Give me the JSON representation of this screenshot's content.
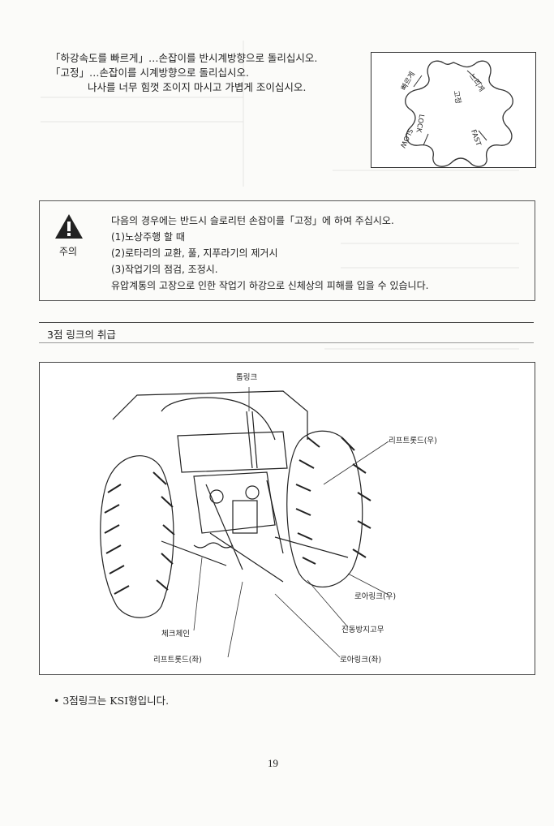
{
  "top_text": {
    "line1": "「하강속도를 빠르게」…손잡이를 반시계방향으로 돌리십시오.",
    "line2": "「고정」…손잡이를 시계방향으로 돌리십시오.",
    "line3": "나사를 너무 힘껏 조이지 마시고 가볍게 조이십시오."
  },
  "knob": {
    "label_fast": "빠르게",
    "label_slow": "느리게",
    "label_lock_ko": "고정",
    "label_fast_en": "FAST",
    "label_slow_en": "SLOW",
    "label_lock_en": "LOCK"
  },
  "caution": {
    "label": "주의",
    "intro": "다음의 경우에는 반드시 슬로리턴 손잡이를「고정」에 하여 주십시오.",
    "items": [
      "(1)노상주행 할 때",
      "(2)로타리의 교환, 풀, 지푸라기의 제거시",
      "(3)작업기의 점검, 조정시."
    ],
    "warning": "유압계통의 고장으로 인한 작업기 하강으로 신체상의 피해를 입을 수 있습니다."
  },
  "section": {
    "title": "3점 링크의 취급"
  },
  "figure": {
    "labels": {
      "top_link": "톱링크",
      "lift_rod_right": "리프트롯드(우)",
      "lower_link_right": "로아링크(우)",
      "anti_sway_rubber": "진동방지고무",
      "lower_link_left": "로아링크(좌)",
      "check_chain": "체크체인",
      "lift_rod_left": "리프트롯드(좌)"
    }
  },
  "note": "• 3점링크는 KSI형입니다.",
  "page_number": "19"
}
